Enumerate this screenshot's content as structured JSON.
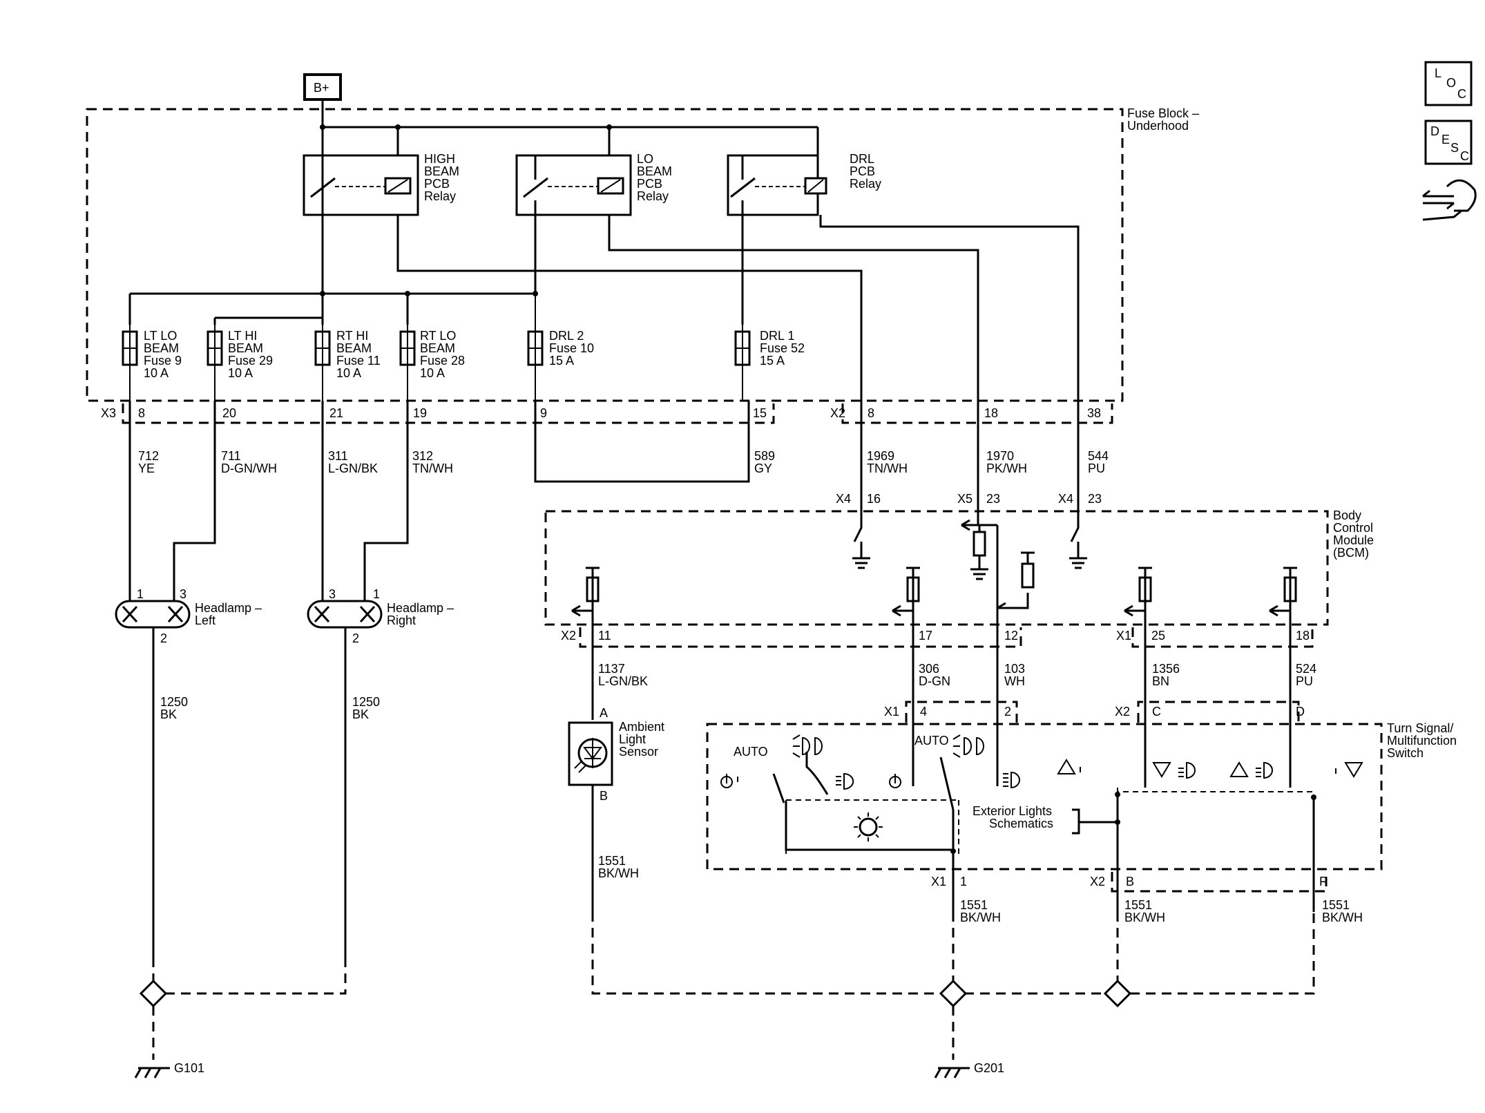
{
  "b_plus": "B+",
  "fuse_block": [
    "Fuse Block –",
    "Underhood"
  ],
  "relays": [
    [
      "HIGH",
      "BEAM",
      "PCB",
      "Relay"
    ],
    [
      "LO",
      "BEAM",
      "PCB",
      "Relay"
    ],
    [
      "DRL",
      "PCB",
      "Relay"
    ]
  ],
  "fuses": [
    [
      "LT LO",
      "BEAM",
      "Fuse 9",
      "10 A"
    ],
    [
      "LT HI",
      "BEAM",
      "Fuse 29",
      "10 A"
    ],
    [
      "RT HI",
      "BEAM",
      "Fuse 11",
      "10 A"
    ],
    [
      "RT LO",
      "BEAM",
      "Fuse 28",
      "10 A"
    ],
    [
      "DRL 2",
      "Fuse 10",
      "15 A"
    ],
    [
      "DRL 1",
      "Fuse 52",
      "15 A"
    ]
  ],
  "connector_labels": {
    "x3": "X3",
    "x2a": "X2",
    "x4a": "X4",
    "x5": "X5",
    "x4b": "X4",
    "x2b": "X2",
    "x1a": "X1",
    "x1b": "X1",
    "x2c": "X2",
    "x1c": "X1",
    "x2d": "X2"
  },
  "fuse_pins": [
    "8",
    "20",
    "21",
    "19",
    "9",
    "15",
    "8",
    "18",
    "38"
  ],
  "wires": [
    [
      "712",
      "YE"
    ],
    [
      "711",
      "D-GN/WH"
    ],
    [
      "311",
      "L-GN/BK"
    ],
    [
      "312",
      "TN/WH"
    ],
    [
      "589",
      "GY"
    ],
    [
      "1969",
      "TN/WH"
    ],
    [
      "1970",
      "PK/WH"
    ],
    [
      "544",
      "PU"
    ]
  ],
  "bcm_pins_top": [
    "16",
    "23",
    "23"
  ],
  "bcm": [
    "Body",
    "Control",
    "Module",
    "(BCM)"
  ],
  "headlamps": [
    [
      "Headlamp –",
      "Left"
    ],
    [
      "Headlamp –",
      "Right"
    ]
  ],
  "headlamp_pins": [
    "1",
    "3",
    "2",
    "3",
    "1",
    "2"
  ],
  "ground_wires": [
    [
      "1250",
      "BK"
    ],
    [
      "1250",
      "BK"
    ]
  ],
  "bcm_pins_bottom": [
    "11",
    "17",
    "12",
    "25",
    "18"
  ],
  "bcm_wires": [
    [
      "1137",
      "L-GN/BK"
    ],
    [
      "306",
      "D-GN"
    ],
    [
      "103",
      "WH"
    ],
    [
      "1356",
      "BN"
    ],
    [
      "524",
      "PU"
    ]
  ],
  "sensor": [
    "Ambient",
    "Light",
    "Sensor"
  ],
  "sensor_pins": [
    "A",
    "B"
  ],
  "switch": [
    "Turn Signal/",
    "Multifunction",
    "Switch"
  ],
  "switch_pins_top": [
    "4",
    "2",
    "C",
    "D"
  ],
  "switch_pins_bottom": [
    "1",
    "B",
    "F"
  ],
  "auto": [
    "AUTO",
    "AUTO"
  ],
  "ext_lights": [
    "Exterior Lights",
    "Schematics"
  ],
  "gnd_wires2": [
    [
      "1551",
      "BK/WH"
    ],
    [
      "1551",
      "BK/WH"
    ],
    [
      "1551",
      "BK/WH"
    ],
    [
      "1551",
      "BK/WH"
    ]
  ],
  "grounds": [
    "G101",
    "G201"
  ],
  "side_icons": [
    [
      "L",
      "O",
      "C"
    ],
    [
      "D",
      "E",
      "S",
      "C"
    ]
  ],
  "icons": [
    "loc-icon",
    "desc-icon",
    "connector-tool-icon"
  ]
}
